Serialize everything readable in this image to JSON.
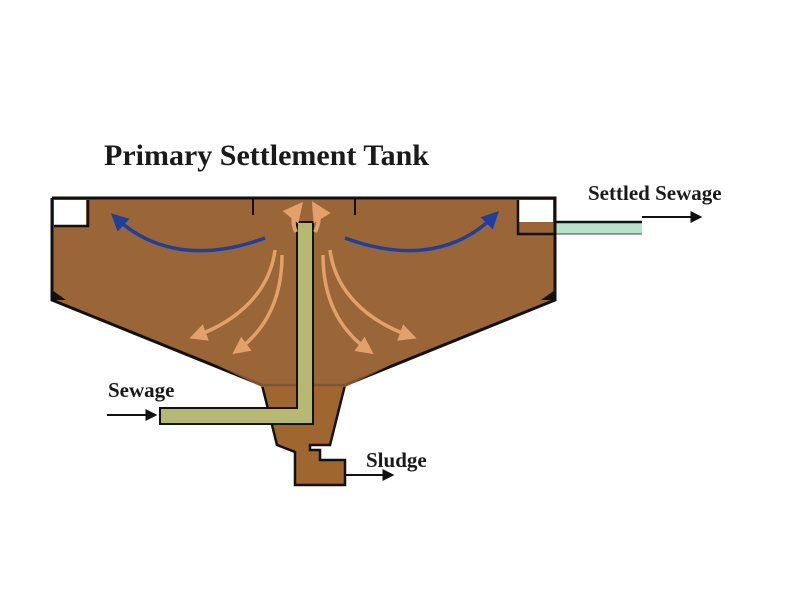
{
  "title": "Primary Settlement Tank",
  "labels": {
    "outlet": "Settled Sewage",
    "inlet": "Sewage",
    "sludge": "Sludge"
  },
  "colors": {
    "water": "#b9e2cc",
    "sludge": "#a0662f",
    "pipe": "#b7b874",
    "flow_blue": "#1f3f9c",
    "flow_orange": "#e2a16a",
    "outline": "#111111"
  }
}
